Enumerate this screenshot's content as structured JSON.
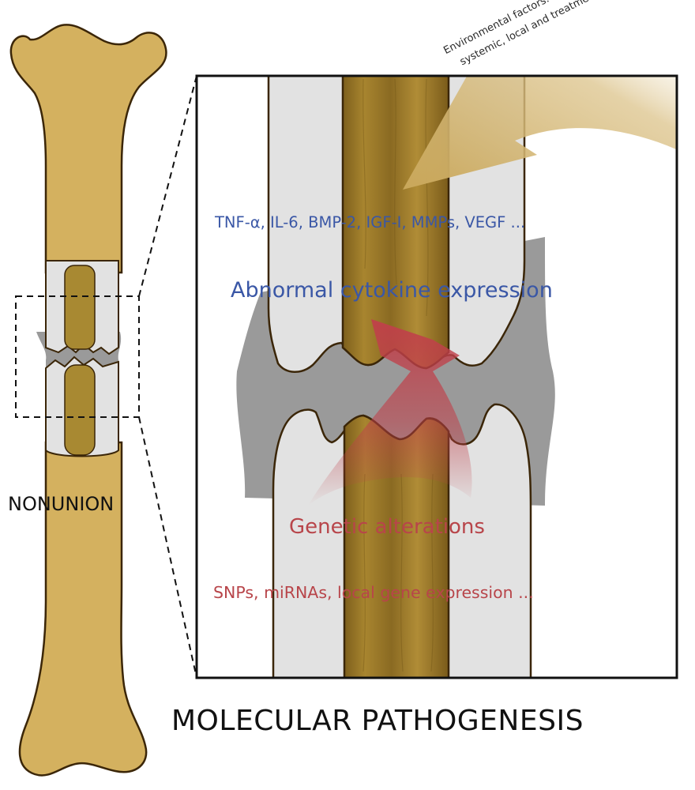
{
  "labels": {
    "nonunion": "NONUNION",
    "environmental_line1": "Environmental factors:",
    "environmental_line2": "systemic, local and treatment factors ...",
    "cytokines": "TNF-α, IL-6, BMP-2, IGF-I, MMPs, VEGF ...",
    "abnormal_expression": "Abnormal cytokine expression",
    "genetic_alterations": "Genetic alterations",
    "genetic_examples": "SNPs, miRNAs, local gene expression ...",
    "title": "MOLECULAR PATHOGENESIS"
  },
  "colors": {
    "bone": "#d4b15f",
    "bone_outline": "#3b2608",
    "marrow": "#9c7a2a",
    "cortex": "#e2e2e2",
    "callus_gap": "#9a9a9a",
    "cytokine_text": "#3a57a6",
    "genetic_text": "#b8454a",
    "genetic_arrow": "#c0404a",
    "environment_arrow": "#d8bf80"
  }
}
